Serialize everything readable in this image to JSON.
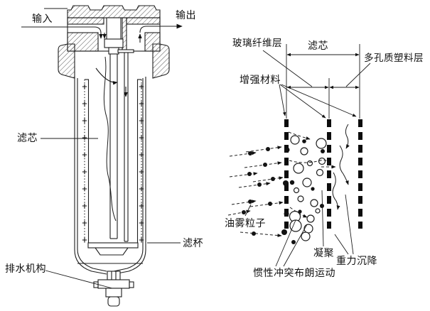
{
  "page": {
    "background": "#ffffff",
    "ink_color": "#1a1a1a",
    "description_left": "filter unit cross-section drawing",
    "description_right": "filter element layer / oil-mist capture principle drawing"
  },
  "left_figure": {
    "labels": {
      "input": "输入",
      "output": "输出",
      "filter_element": "滤芯",
      "filter_bowl": "滤杯",
      "drain_mechanism": "排水机构"
    }
  },
  "right_figure": {
    "labels": {
      "glass_fiber_layer": "玻璃纤维层",
      "filter_element_dim": "滤芯",
      "porous_plastic_layer": "多孔质塑料层",
      "reinforcing_material": "增强材料",
      "oil_mist_particles": "油雾粒子",
      "coalescence": "凝聚",
      "gravity_settling": "重力沉降",
      "inertial_impact_brownian_motion": "惯性冲突布朗运动"
    }
  }
}
